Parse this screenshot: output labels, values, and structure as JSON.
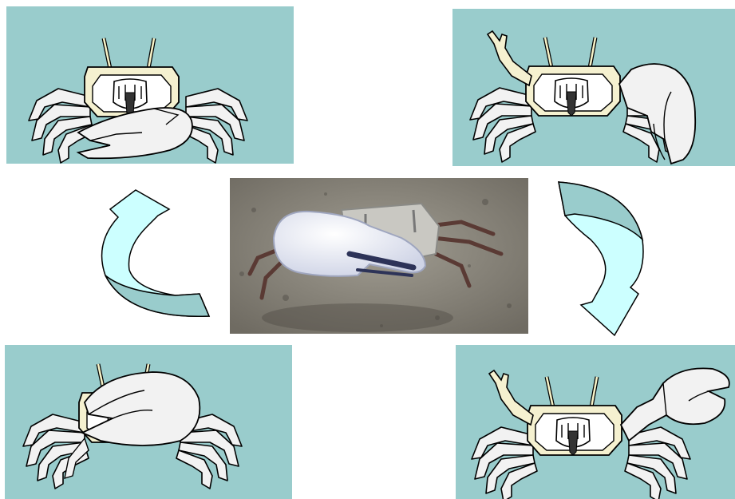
{
  "colors": {
    "panel_bg": "#99cccc",
    "arrow_fill": "#ccffff",
    "arrow_shade": "#99cccc",
    "crab_body": "#f2f2f2",
    "crab_face": "#f7f3c8",
    "crab_outline": "#000000",
    "sand": "#8f8b80"
  },
  "panels": [
    {
      "id": "top-left",
      "pose": "claw-lowered-front"
    },
    {
      "id": "top-right",
      "pose": "claw-raised-side"
    },
    {
      "id": "bottom-right",
      "pose": "claw-raised-high"
    },
    {
      "id": "bottom-left",
      "pose": "claw-folded-over-body"
    }
  ],
  "center_image": {
    "subject": "fiddler-crab-photo"
  },
  "arrows": [
    {
      "id": "right-arrow",
      "direction": "clockwise-down"
    },
    {
      "id": "left-arrow",
      "direction": "clockwise-up"
    }
  ]
}
